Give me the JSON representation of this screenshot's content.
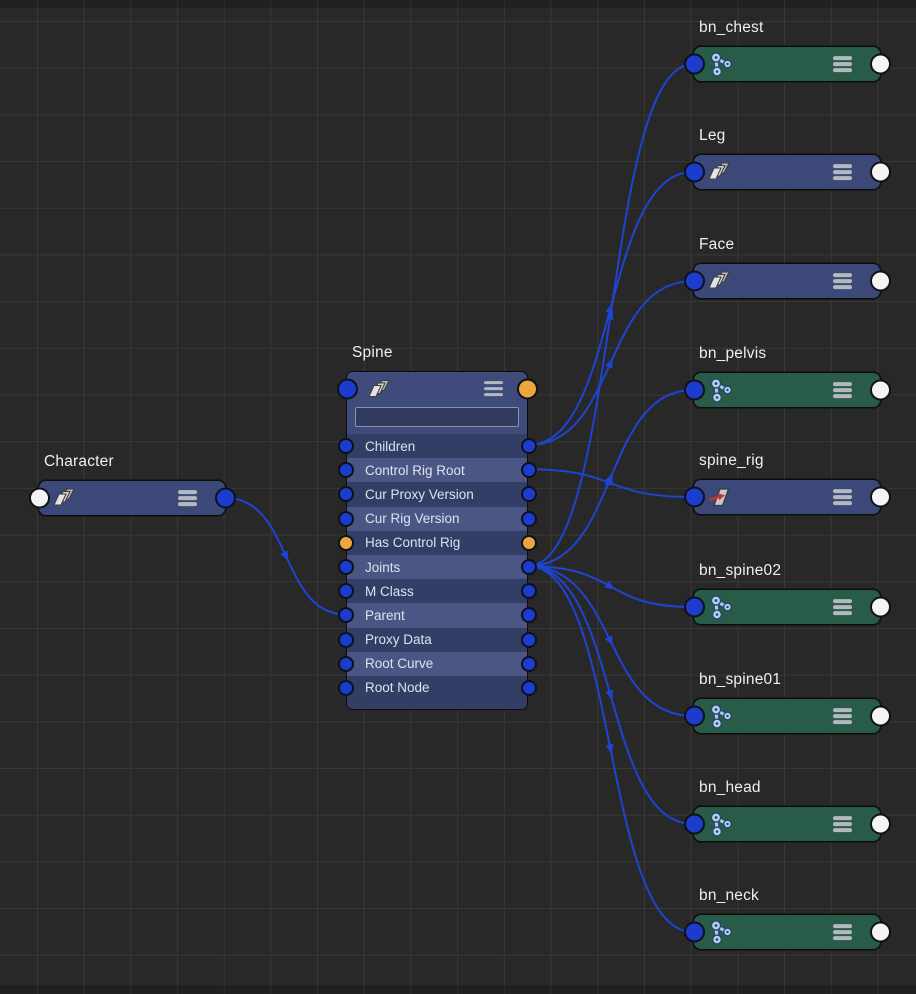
{
  "app": "node-graph-editor",
  "colors": {
    "background": "#282828",
    "grid_line": "#383838",
    "edge_blue": "#1e44d2",
    "port_blue": "#1c3ccd",
    "port_orange": "#eda53f",
    "port_white": "#f4f4f4",
    "node_slate": "#3c4878",
    "node_green": "#285b48",
    "row_dark": "#333e66",
    "row_light": "#4b5685"
  },
  "character_node": {
    "title": "Character",
    "icon": "layers-icon",
    "left_port": "white",
    "right_port": "blue"
  },
  "spine_node": {
    "title": "Spine",
    "icon": "layers-icon",
    "header_left_port": "blue",
    "header_right_port": "orange",
    "filter_value": "",
    "rows": [
      {
        "label": "Children",
        "port": "blue"
      },
      {
        "label": "Control Rig Root",
        "port": "blue"
      },
      {
        "label": "Cur Proxy Version",
        "port": "blue"
      },
      {
        "label": "Cur Rig Version",
        "port": "blue"
      },
      {
        "label": "Has Control Rig",
        "port": "orange"
      },
      {
        "label": "Joints",
        "port": "blue"
      },
      {
        "label": "M Class",
        "port": "blue"
      },
      {
        "label": "Parent",
        "port": "blue"
      },
      {
        "label": "Proxy Data",
        "port": "blue"
      },
      {
        "label": "Root Curve",
        "port": "blue"
      },
      {
        "label": "Root Node",
        "port": "blue"
      }
    ]
  },
  "output_nodes": [
    {
      "id": "bn_chest",
      "title": "bn_chest",
      "icon": "joint-icon",
      "color": "green"
    },
    {
      "id": "leg",
      "title": "Leg",
      "icon": "layers-icon",
      "color": "blue"
    },
    {
      "id": "face",
      "title": "Face",
      "icon": "layers-icon",
      "color": "blue"
    },
    {
      "id": "bn_pelvis",
      "title": "bn_pelvis",
      "icon": "joint-icon",
      "color": "green"
    },
    {
      "id": "spine_rig",
      "title": "spine_rig",
      "icon": "rig-icon",
      "color": "blue"
    },
    {
      "id": "bn_spine02",
      "title": "bn_spine02",
      "icon": "joint-icon",
      "color": "green"
    },
    {
      "id": "bn_spine01",
      "title": "bn_spine01",
      "icon": "joint-icon",
      "color": "green"
    },
    {
      "id": "bn_head",
      "title": "bn_head",
      "icon": "joint-icon",
      "color": "green"
    },
    {
      "id": "bn_neck",
      "title": "bn_neck",
      "icon": "joint-icon",
      "color": "green"
    }
  ],
  "edges": [
    {
      "from": "character",
      "to": "spine:Parent"
    },
    {
      "from": "spine:Children",
      "to": "leg"
    },
    {
      "from": "spine:Children",
      "to": "face"
    },
    {
      "from": "spine:Control Rig Root",
      "to": "spine_rig"
    },
    {
      "from": "spine:Joints",
      "to": "bn_chest"
    },
    {
      "from": "spine:Joints",
      "to": "bn_pelvis"
    },
    {
      "from": "spine:Joints",
      "to": "bn_spine02"
    },
    {
      "from": "spine:Joints",
      "to": "bn_spine01"
    },
    {
      "from": "spine:Joints",
      "to": "bn_head"
    },
    {
      "from": "spine:Joints",
      "to": "bn_neck"
    }
  ]
}
